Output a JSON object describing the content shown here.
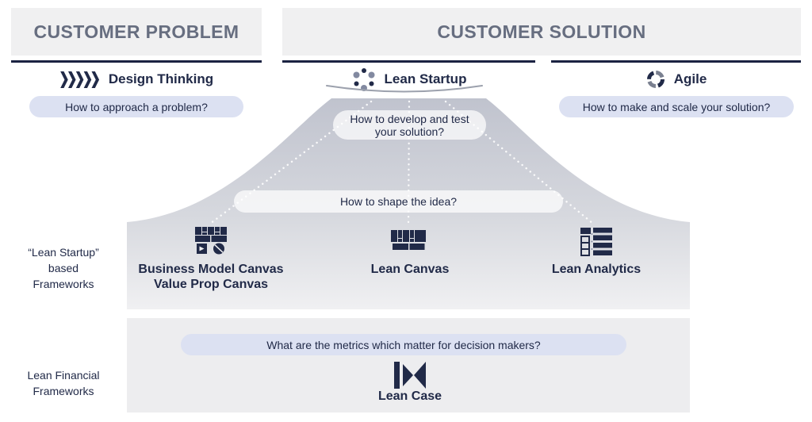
{
  "colors": {
    "navy": "#212A48",
    "header_text": "#676E80",
    "header_bg": "#F0F0F1",
    "underline": "#1B2342",
    "pill_lavender": "#DCE1F2",
    "band_gray": "#EDEDEF",
    "funnel_gray_top": "#C0C3CE",
    "funnel_gray_bottom": "#F0F0F2",
    "icon_gray": "#8289A0"
  },
  "header": {
    "problem_title": "CUSTOMER PROBLEM",
    "solution_title": "CUSTOMER SOLUTION"
  },
  "methods": {
    "design_thinking": {
      "label": "Design Thinking",
      "question": "How to approach a problem?"
    },
    "lean_startup": {
      "label": "Lean Startup",
      "question_line1": "How to develop and test",
      "question_line2": "your solution?"
    },
    "agile": {
      "label": "Agile",
      "question": "How to make and scale your solution?"
    }
  },
  "funnel": {
    "shape_question": "How to shape the idea?"
  },
  "row_labels": {
    "lean_startup_based": {
      "line1": "“Lean Startup”",
      "line2": "based",
      "line3": "Frameworks"
    },
    "lean_financial": {
      "line1": "Lean Financial",
      "line2": "Frameworks"
    }
  },
  "frameworks": {
    "business_model_canvas": {
      "line1": "Business Model Canvas",
      "line2": "Value Prop Canvas"
    },
    "lean_canvas": {
      "label": "Lean Canvas"
    },
    "lean_analytics": {
      "label": "Lean Analytics"
    },
    "lean_case": {
      "label": "Lean Case"
    }
  },
  "financial": {
    "question": "What are the metrics which matter for decision makers?"
  }
}
